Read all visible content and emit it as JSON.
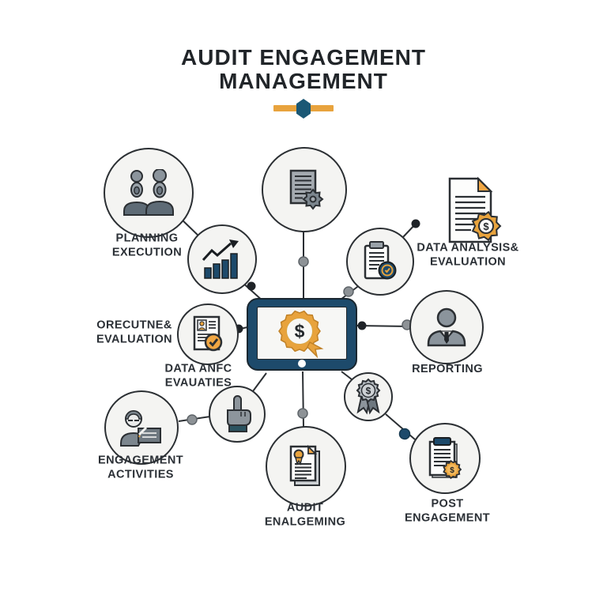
{
  "title": {
    "line1": "AUDIT ENGAGEMENT",
    "line2": "MANAGEMENT"
  },
  "symbols": {
    "dollar": "$"
  },
  "colors": {
    "accent_orange": "#E8A33D",
    "navy": "#1D4A6B",
    "line_dark": "#2B2F33",
    "circle_fill": "#F4F4F2",
    "icon_gray": "#8D959C",
    "text_dark": "#24282D",
    "background": "#FFFFFF"
  },
  "labels": {
    "planning": {
      "line1": "PLANNING",
      "line2": "EXECUTION"
    },
    "data_analysis": {
      "line1": "DATA ANALYSIS&",
      "line2": "EVALUATION"
    },
    "orecutne": {
      "line1": "ORECUTNE&",
      "line2": "EVALUATION"
    },
    "data_anfc": {
      "line1": "DATA ANFC",
      "line2": "EVAUATIES"
    },
    "reporting": {
      "line1": "REPORTING",
      "line2": ""
    },
    "engagement": {
      "line1": "ENGAGEMENT",
      "line2": "ACTIVITIES"
    },
    "audit": {
      "line1": "AUDIT",
      "line2": "ENALGEMING"
    },
    "post": {
      "line1": "POST",
      "line2": "ENGAGEMENT"
    }
  },
  "icons": {
    "planning": "two-people-icon",
    "growth": "bar-chart-arrow-icon",
    "process": "document-gear-icon",
    "checklist": "clipboard-clock-icon",
    "data_analysis": "document-dollar-gear-icon",
    "data_anfc": "resume-check-icon",
    "hand": "hand-pointer-icon",
    "engagement": "person-envelope-icon",
    "reporting": "businessman-icon",
    "audit": "certificate-ribbon-icon",
    "award": "award-ribbon-dollar-icon",
    "post": "clipboard-dollar-badge-icon",
    "center": "tablet-dollar-badge-icon"
  }
}
